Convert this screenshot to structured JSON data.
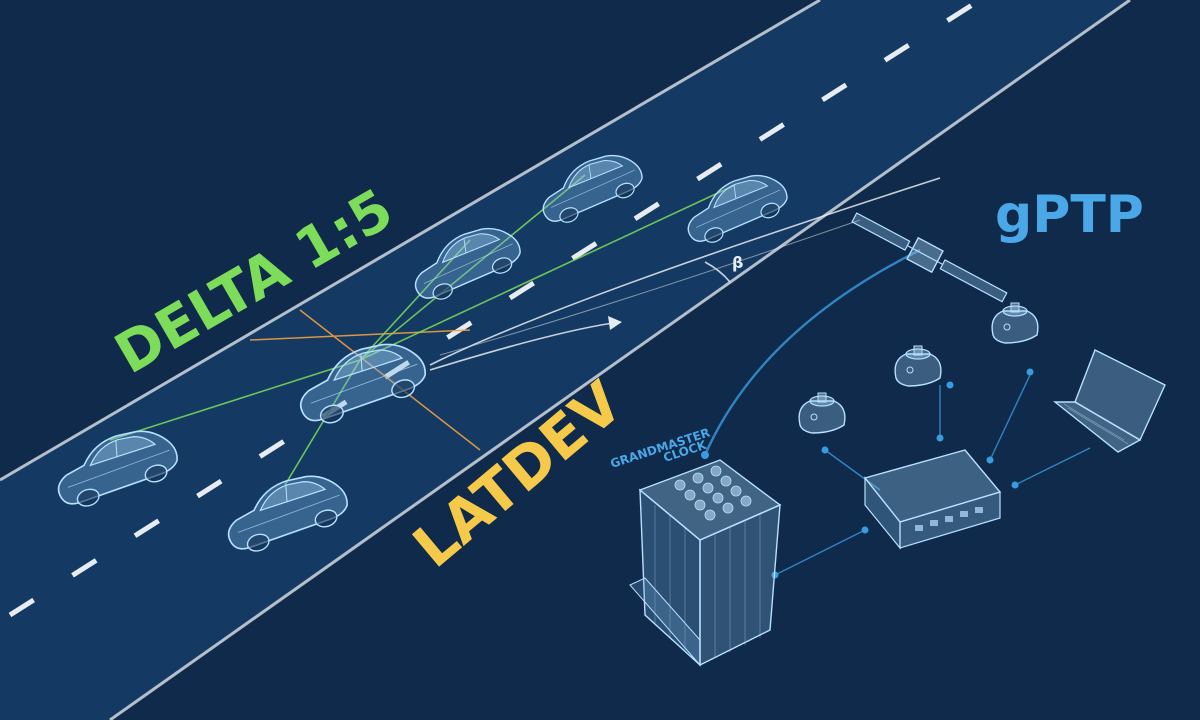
{
  "labels": {
    "delta": "DELTA 1:5",
    "latdev": "LATDEV",
    "gptp": "gPTP",
    "grandmaster_line1": "GRANDMASTER",
    "grandmaster_line2": "CLOCK",
    "beta": "β"
  },
  "colors": {
    "background": "#0f2a4a",
    "road": "#143a63",
    "delta_green": "#7ddc5a",
    "latdev_yellow": "#f5c94a",
    "gptp_blue": "#4aa8e8",
    "wireframe": "#9fd0f2",
    "network_dot": "#3a9be0"
  },
  "icons": [
    "car-icon",
    "satellite-icon",
    "sensor-icon",
    "ecu-box-icon",
    "laptop-icon",
    "grandmaster-clock-icon"
  ]
}
